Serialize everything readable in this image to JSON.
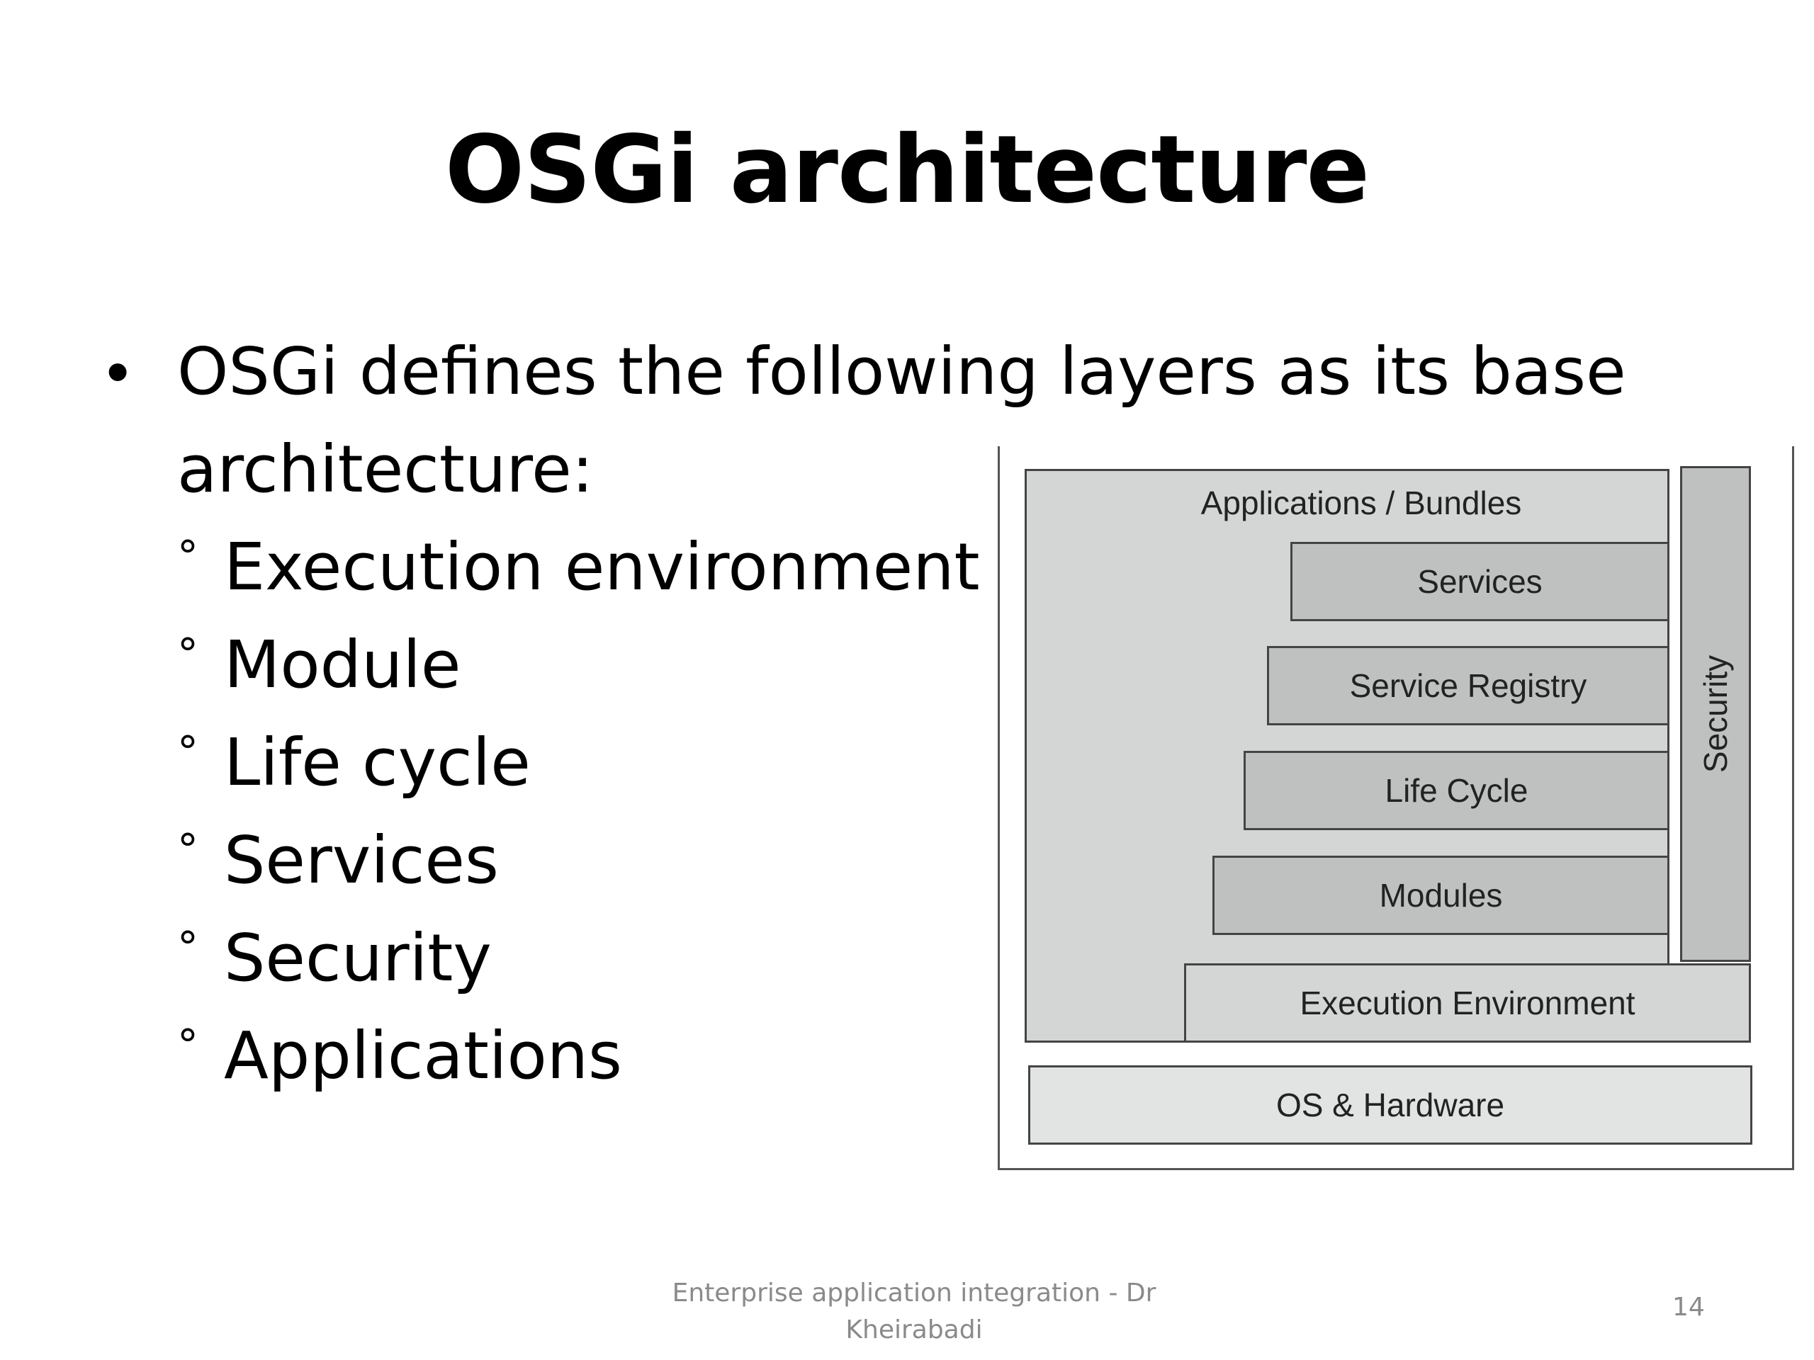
{
  "slide": {
    "title": "OSGi architecture",
    "bullet": {
      "marker": "•",
      "text_line1": "OSGi defines the following layers as its base",
      "text_line2": "architecture:"
    },
    "sub_marker": "°",
    "sub_items": [
      "Execution environment",
      "Module",
      "Life cycle",
      "Services",
      "Security",
      "Applications"
    ]
  },
  "diagram": {
    "outer_label": "Applications / Bundles",
    "layers": [
      "Services",
      "Service Registry",
      "Life Cycle",
      "Modules"
    ],
    "side_label": "Security",
    "execution_label": "Execution Environment",
    "base_label": "OS & Hardware"
  },
  "footer": {
    "text": "Enterprise application integration - Dr Kheirabadi",
    "page_number": "14"
  }
}
